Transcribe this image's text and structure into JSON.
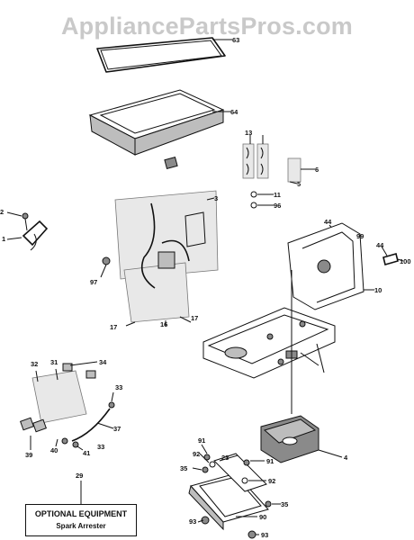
{
  "watermark": "AppliancePartsPros.com",
  "callouts": [
    {
      "id": "63",
      "text": "63"
    },
    {
      "id": "64",
      "text": "64"
    },
    {
      "id": "13",
      "text": "13"
    },
    {
      "id": "6",
      "text": "6"
    },
    {
      "id": "5",
      "text": "5"
    },
    {
      "id": "11",
      "text": "11"
    },
    {
      "id": "96",
      "text": "96"
    },
    {
      "id": "3",
      "text": "3"
    },
    {
      "id": "2",
      "text": "2"
    },
    {
      "id": "1",
      "text": "1"
    },
    {
      "id": "44a",
      "text": "44"
    },
    {
      "id": "99",
      "text": "99"
    },
    {
      "id": "44b",
      "text": "44"
    },
    {
      "id": "100",
      "text": "100"
    },
    {
      "id": "97",
      "text": "97"
    },
    {
      "id": "10",
      "text": "10"
    },
    {
      "id": "17a",
      "text": "17"
    },
    {
      "id": "16",
      "text": "16"
    },
    {
      "id": "17b",
      "text": "17"
    },
    {
      "id": "32",
      "text": "32"
    },
    {
      "id": "31",
      "text": "31"
    },
    {
      "id": "34",
      "text": "34"
    },
    {
      "id": "33a",
      "text": "33"
    },
    {
      "id": "37",
      "text": "37"
    },
    {
      "id": "39",
      "text": "39"
    },
    {
      "id": "40",
      "text": "40"
    },
    {
      "id": "41",
      "text": "41"
    },
    {
      "id": "33b",
      "text": "33"
    },
    {
      "id": "4",
      "text": "4"
    },
    {
      "id": "91a",
      "text": "91"
    },
    {
      "id": "23",
      "text": "23"
    },
    {
      "id": "92a",
      "text": "92"
    },
    {
      "id": "35a",
      "text": "35"
    },
    {
      "id": "91b",
      "text": "91"
    },
    {
      "id": "92b",
      "text": "92"
    },
    {
      "id": "35b",
      "text": "35"
    },
    {
      "id": "90",
      "text": "90"
    },
    {
      "id": "93a",
      "text": "93"
    },
    {
      "id": "93b",
      "text": "93"
    },
    {
      "id": "29",
      "text": "29"
    }
  ],
  "optional_box": {
    "title": "OPTIONAL EQUIPMENT",
    "subtitle": "Spark Arrester"
  }
}
